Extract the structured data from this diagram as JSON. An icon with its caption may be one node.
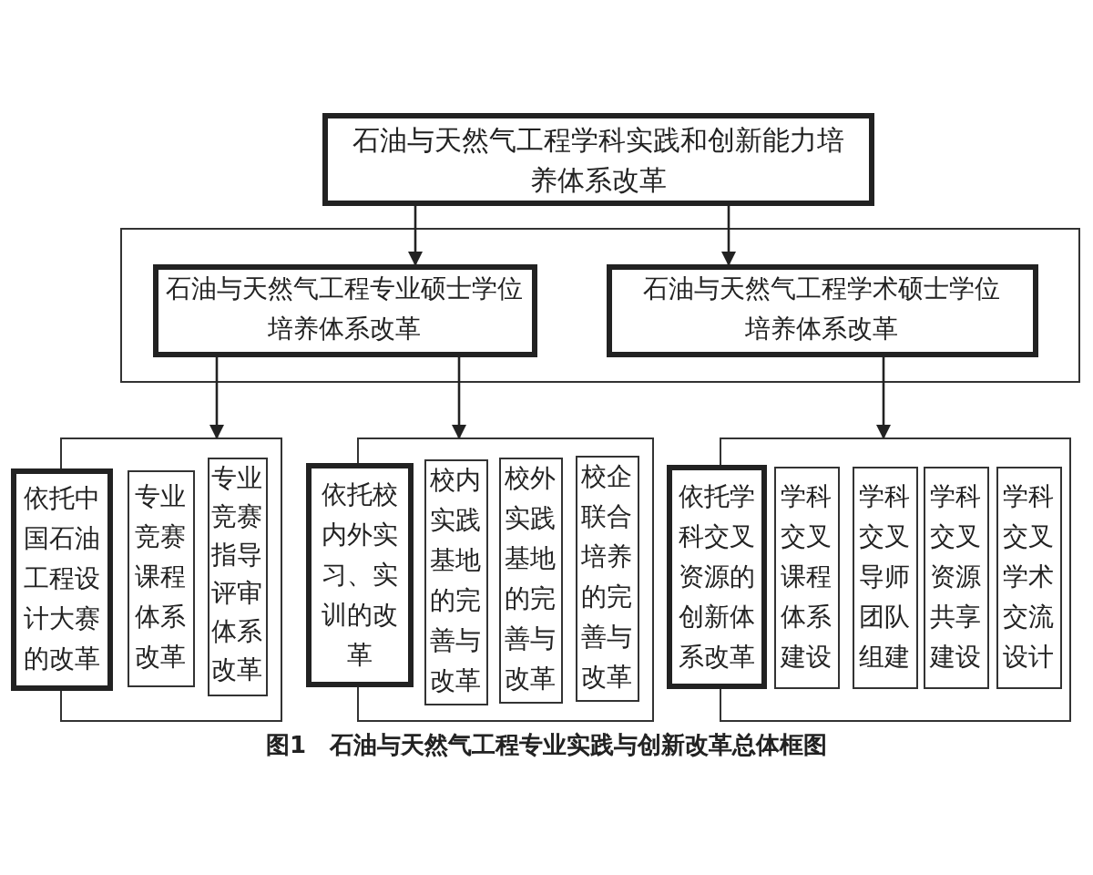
{
  "diagram": {
    "caption": "图1　石油与天然气工程专业实践与创新改革总体框图",
    "nodes": [
      {
        "text": [
          "石油与天然气工程学科实践和创新能力培养体系改革"
        ]
      },
      {
        "text": [],
        "shape": "box"
      },
      {
        "text": [
          "石油与天然气工程专业硕士学位培养体系改革"
        ],
        "in": 1
      },
      {
        "text": [
          "石油与天然气工程学术硕士学位培养体系改革"
        ],
        "in": 1
      },
      {
        "text": [],
        "shape": "box"
      },
      {
        "text": [
          "依托中国石油工程设计大赛的改革"
        ]
      },
      {
        "text": [
          "专业竞赛课程体系改革"
        ],
        "in": 4
      },
      {
        "text": [
          "专业竞赛指导评审体系改革"
        ],
        "in": 4
      },
      {
        "text": [],
        "shape": "box"
      },
      {
        "text": [
          "依托校内外实习、实训的改革"
        ]
      },
      {
        "text": [
          "校内实践基地的完善与改革"
        ],
        "in": 8
      },
      {
        "text": [
          "校外实践基地的完善与改革"
        ],
        "in": 8
      },
      {
        "text": [
          "校企联合培养的完善与改革"
        ],
        "in": 8
      },
      {
        "text": [],
        "shape": "box"
      },
      {
        "text": [
          "依托学科交叉资源的创新体系改革"
        ]
      },
      {
        "text": [
          "学科交叉课程体系建设"
        ],
        "in": 13
      },
      {
        "text": [
          "学科交叉导师团队组建"
        ],
        "in": 13
      },
      {
        "text": [
          "学科交叉资源共享建设"
        ],
        "in": 13
      },
      {
        "text": [
          "学科交叉学术交流设计"
        ],
        "in": 13
      }
    ],
    "edges": [
      {
        "from": 0,
        "to": 2,
        "arrow": "to"
      },
      {
        "from": 0,
        "to": 3,
        "arrow": "to"
      },
      {
        "from": 2,
        "to": 4,
        "arrow": "to"
      },
      {
        "from": 2,
        "to": 8,
        "arrow": "to"
      },
      {
        "from": 3,
        "to": 13,
        "arrow": "to"
      }
    ]
  }
}
